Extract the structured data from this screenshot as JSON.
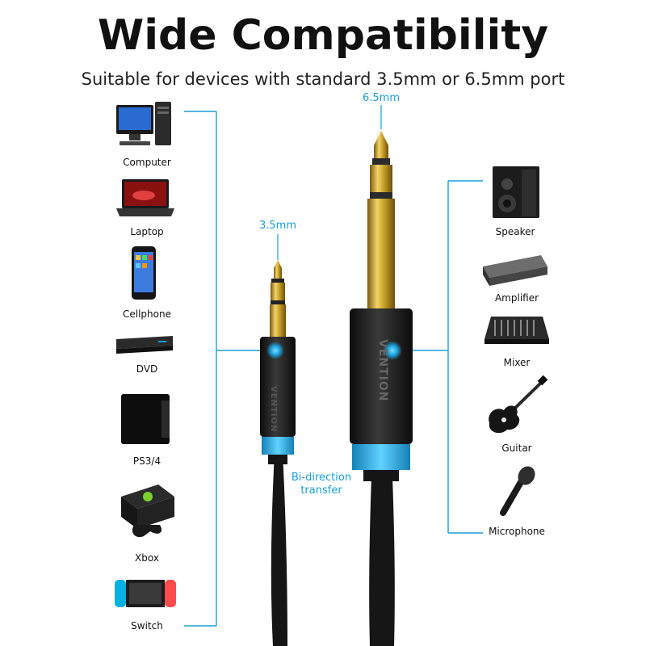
{
  "header": {
    "title": "Wide Compatibility",
    "subtitle": "Suitable for devices with standard  3.5mm or 6.5mm port"
  },
  "plugs": {
    "small_label": "3.5mm",
    "large_label": "6.5mm",
    "transfer_label_line1": "Bi-direction",
    "transfer_label_line2": "transfer",
    "brand_text": "VENTION"
  },
  "left_devices": [
    {
      "label": "Computer",
      "icon": "computer-icon"
    },
    {
      "label": "Laptop",
      "icon": "laptop-icon"
    },
    {
      "label": "Cellphone",
      "icon": "cellphone-icon"
    },
    {
      "label": "DVD",
      "icon": "dvd-icon"
    },
    {
      "label": "PS3/4",
      "icon": "console-icon"
    },
    {
      "label": "Xbox",
      "icon": "xbox-icon"
    },
    {
      "label": "Switch",
      "icon": "switch-icon"
    }
  ],
  "right_devices": [
    {
      "label": "Speaker",
      "icon": "speaker-icon"
    },
    {
      "label": "Amplifier",
      "icon": "amplifier-icon"
    },
    {
      "label": "Mixer",
      "icon": "mixer-icon"
    },
    {
      "label": "Guitar",
      "icon": "guitar-icon"
    },
    {
      "label": "Microphone",
      "icon": "microphone-icon"
    }
  ],
  "colors": {
    "accent": "#1a9fd8",
    "gold": "#c9a227",
    "cable": "#1b1b1b"
  }
}
